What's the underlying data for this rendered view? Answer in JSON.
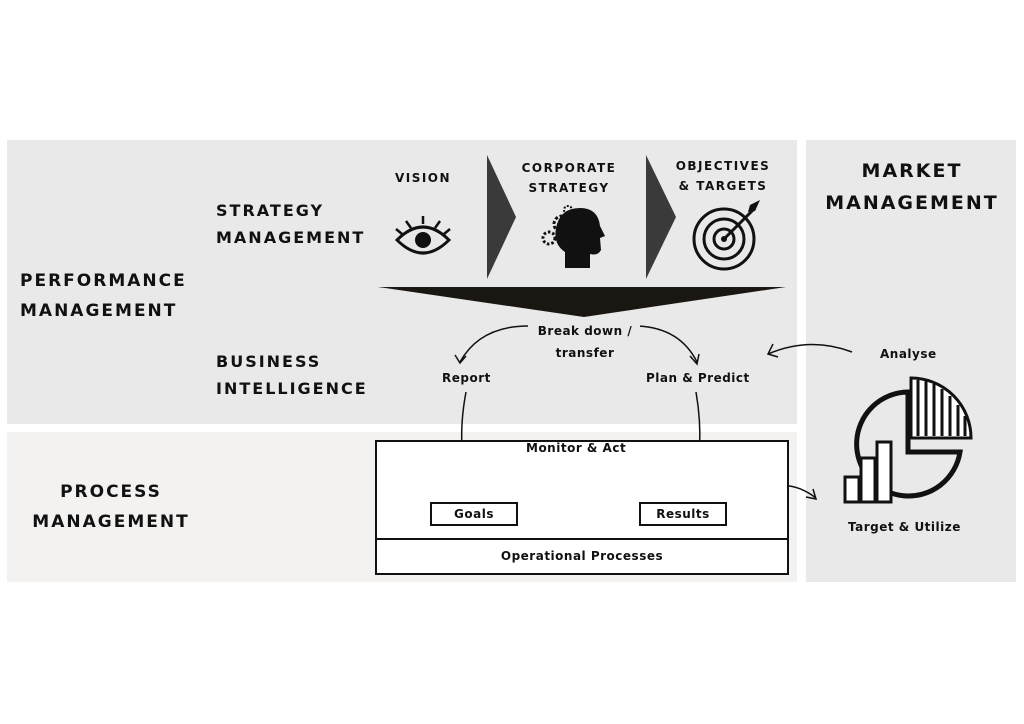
{
  "sections": {
    "performance": "PERFORMANCE\nMANAGEMENT",
    "strategy": "STRATEGY\nMANAGEMENT",
    "business_intelligence": "BUSINESS\nINTELLIGENCE",
    "process": "PROCESS\nMANAGEMENT",
    "market": "MARKET\nMANAGEMENT"
  },
  "strategy_steps": {
    "vision": "VISION",
    "corporate_strategy": "CORPORATE\nSTRATEGY",
    "objectives": "OBJECTIVES\n& TARGETS"
  },
  "flow": {
    "break_down": "Break down /\ntransfer",
    "report": "Report",
    "plan_predict": "Plan & Predict",
    "monitor_act": "Monitor & Act",
    "goals": "Goals",
    "results": "Results",
    "operational": "Operational Processes",
    "analyse": "Analyse",
    "target_utilize": "Target & Utilize"
  },
  "icons": [
    "eye-icon",
    "head-gears-icon",
    "target-arrow-icon",
    "chart-pie-bars-icon"
  ]
}
